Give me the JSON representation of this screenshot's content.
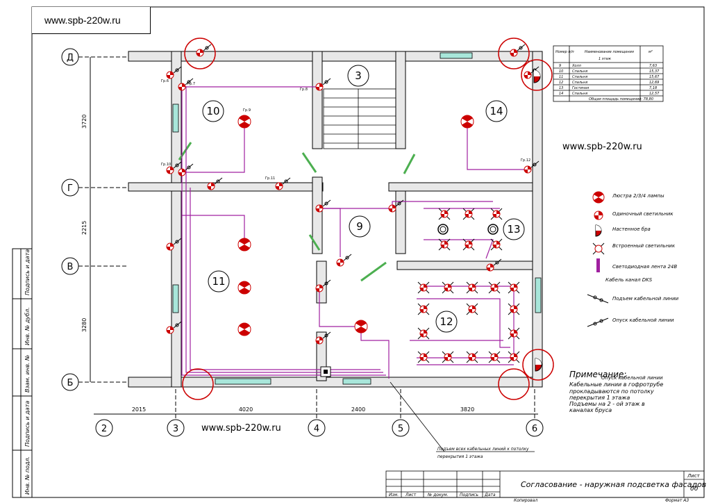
{
  "watermark": "www.spb-220w.ru",
  "axes": {
    "rows": [
      "Д",
      "Г",
      "В",
      "Б"
    ],
    "cols": [
      "2",
      "3",
      "4",
      "5",
      "6"
    ],
    "row_dims": [
      "3720",
      "2215",
      "3280"
    ],
    "col_dims": [
      "2015",
      "4020",
      "2400",
      "3820"
    ]
  },
  "rooms": [
    "3",
    "9",
    "10",
    "11",
    "12",
    "13",
    "14"
  ],
  "room_table": {
    "headers": [
      "Номер п/п",
      "Наименование помещения",
      "м²"
    ],
    "subheader": "1 этаж",
    "rows": [
      [
        "9",
        "Холл",
        "7,63"
      ],
      [
        "10",
        "Спальня",
        "15,37"
      ],
      [
        "11",
        "Спальня",
        "15,67"
      ],
      [
        "12",
        "Спальня",
        "12,69"
      ],
      [
        "13",
        "Гостиная",
        "7,18"
      ],
      [
        "14",
        "Спальня",
        "12,57"
      ]
    ],
    "total": "Общая площадь помещений: 78,80"
  },
  "legend": [
    {
      "icon": "chandelier-icon",
      "label": "Люстра 2/3/4 лампы"
    },
    {
      "icon": "single-light-icon",
      "label": "Одиночный светильник"
    },
    {
      "icon": "wall-sconce-icon",
      "label": "Настенное бра"
    },
    {
      "icon": "recessed-light-icon",
      "label": "Встроенный светильник"
    },
    {
      "icon": "led-strip-icon",
      "label": "Светодиодная лента 24В"
    },
    {
      "icon": "cable-channel-icon",
      "label": "Кабель канал DKS"
    },
    {
      "icon": "cable-rise-icon",
      "label": "Подъем кабельной линии"
    },
    {
      "icon": "cable-drop-icon",
      "label": "Опуск кабельной линии"
    }
  ],
  "note": {
    "title": "Примечание:",
    "lines": [
      "Кабельные линии в гофротрубе",
      "прокладываются по потолку",
      "перекрытия 1 этажа",
      "Подъемы на 2 - ой этаж в",
      "каналах бруса"
    ],
    "overlay": "Опуск кабельной линии"
  },
  "callout": [
    "Подъем всех кабельных линий к потолку",
    "перекрытия 1 этажа"
  ],
  "left_stamp": [
    "Подпись и дата",
    "Инв. № дубл.",
    "Взам. инв. №",
    "Подпись и дата",
    "Инв. № подл."
  ],
  "title_block": {
    "title": "Согласование - наружная подсветка фасадов",
    "columns": [
      "Изм.",
      "Лист",
      "№ докум.",
      "Подпись",
      "Дата"
    ],
    "sheet_label": "Лист",
    "sheet_no": "00",
    "copied": "Копировал",
    "format": "Формат А3"
  },
  "fixture_labels": [
    "Гр.6",
    "Гр.7",
    "Гр.8",
    "Гр.9",
    "Гр.10",
    "Гр.11",
    "Гр.12"
  ],
  "colors": {
    "line": "#000000",
    "cable": "#a020a0",
    "fixture": "#cc0000",
    "window": "#9ee0d0",
    "wall": "#e6e6e6"
  }
}
